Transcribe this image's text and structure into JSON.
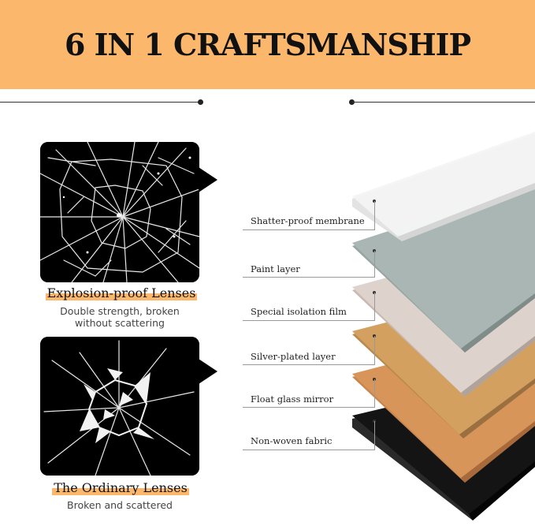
{
  "header": {
    "title": "6 IN 1 CRAFTSMANSHIP"
  },
  "explosion": {
    "title": "Explosion-proof Lenses",
    "desc_line1": "Double strength, broken",
    "desc_line2": "without scattering"
  },
  "ordinary": {
    "title": "The Ordinary Lenses",
    "desc": "Broken and scattered"
  },
  "layers": [
    {
      "label": "Shatter-proof membrane",
      "color": "#f3f3f3"
    },
    {
      "label": "Paint layer",
      "color": "#a9b6b4"
    },
    {
      "label": "Special isolation film",
      "color": "#d9cbc4"
    },
    {
      "label": "Silver-plated layer",
      "color": "#d3a060"
    },
    {
      "label": "Float glass mirror",
      "color": "#d8955a"
    },
    {
      "label": "Non-woven fabric",
      "color": "#141414"
    }
  ],
  "colors": {
    "accent": "#fbb86d"
  }
}
